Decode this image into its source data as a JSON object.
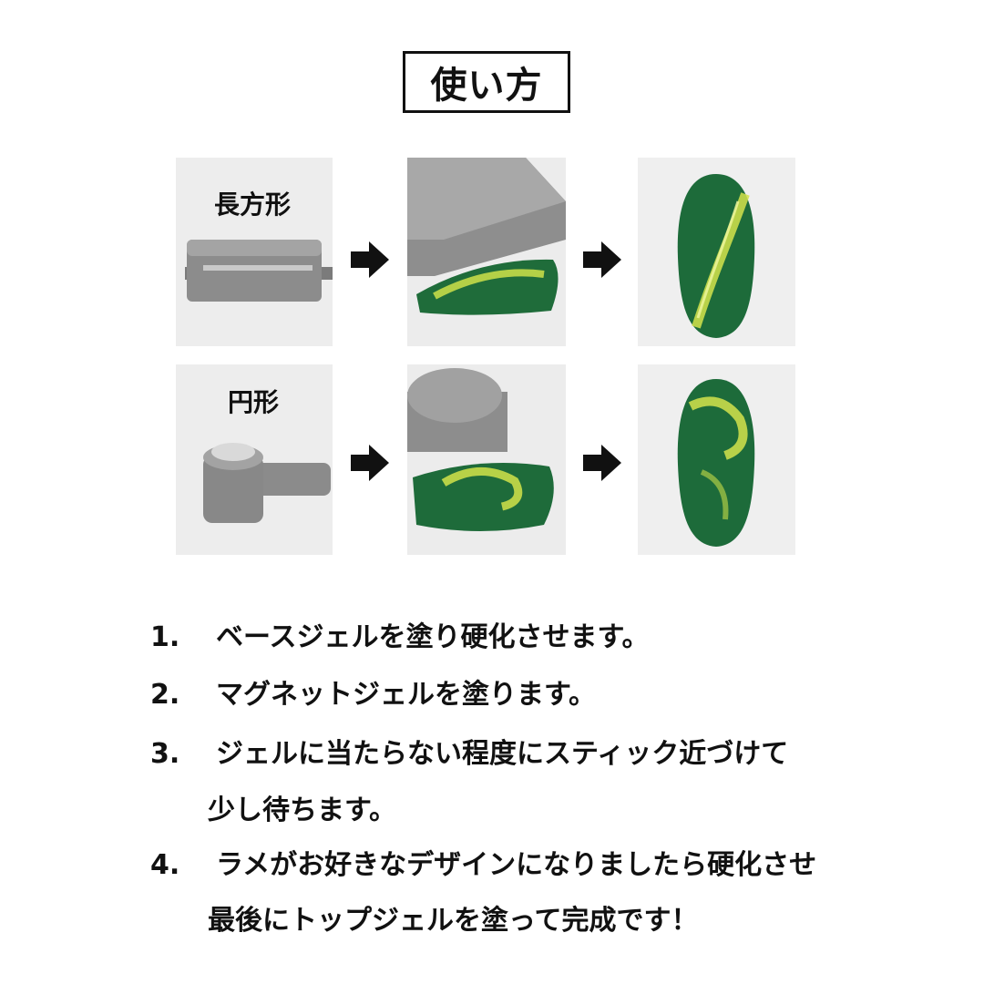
{
  "title": "使い方",
  "rows": [
    {
      "label": "長方形"
    },
    {
      "label": "円形"
    }
  ],
  "steps": [
    {
      "num": "1.",
      "text": "ベースジェルを塗り硬化させます。",
      "cont": ""
    },
    {
      "num": "2.",
      "text": "マグネットジェルを塗ります。",
      "cont": ""
    },
    {
      "num": "3.",
      "text": "ジェルに当たらない程度にスティック近づけて",
      "cont": "少し待ちます。"
    },
    {
      "num": "4.",
      "text": "ラメがお好きなデザインになりましたら硬化させ",
      "cont": "最後にトップジェルを塗って完成です！"
    }
  ],
  "colors": {
    "magnet_gray": "#8a8a8a",
    "nail_green": "#1d6b3a",
    "nail_highlight": "#d6e64a"
  },
  "icons": [
    "arrow-right-icon"
  ]
}
